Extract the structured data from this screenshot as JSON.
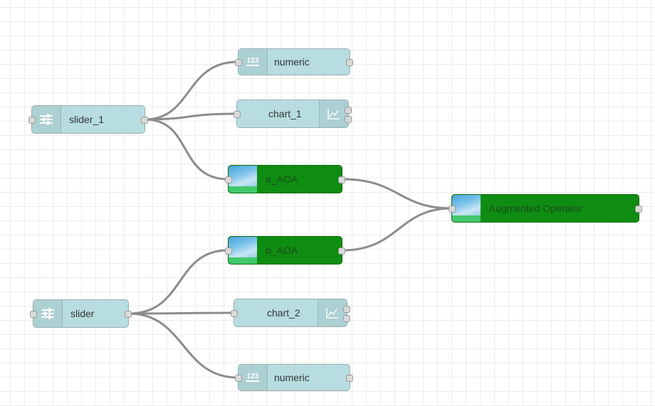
{
  "flow": {
    "nodes": [
      {
        "id": "numeric_top",
        "label": "numeric",
        "icon": "numeric-123-icon"
      },
      {
        "id": "slider_1",
        "label": "slider_1",
        "icon": "slider-icon"
      },
      {
        "id": "chart_1",
        "label": "chart_1",
        "icon": "chart-line-icon"
      },
      {
        "id": "a_aoa",
        "label": "a_AOA",
        "icon": "aoa-image-icon"
      },
      {
        "id": "augmented_operator",
        "label": "Augmented Operator",
        "icon": "aoa-image-icon"
      },
      {
        "id": "b_aoa",
        "label": "b_AOA",
        "icon": "aoa-image-icon"
      },
      {
        "id": "slider",
        "label": "slider",
        "icon": "slider-icon"
      },
      {
        "id": "chart_2",
        "label": "chart_2",
        "icon": "chart-line-icon"
      },
      {
        "id": "numeric_bottom",
        "label": "numeric",
        "icon": "numeric-123-icon"
      }
    ],
    "links": [
      {
        "from": "slider_1",
        "to": "numeric_top"
      },
      {
        "from": "slider_1",
        "to": "chart_1"
      },
      {
        "from": "slider_1",
        "to": "a_aoa"
      },
      {
        "from": "a_aoa",
        "to": "augmented_operator"
      },
      {
        "from": "b_aoa",
        "to": "augmented_operator"
      },
      {
        "from": "slider",
        "to": "b_aoa"
      },
      {
        "from": "slider",
        "to": "chart_2"
      },
      {
        "from": "slider",
        "to": "numeric_bottom"
      }
    ],
    "numeric_icon_text": "123",
    "colors": {
      "dashboard_node": "#b7dde1",
      "aoa_node": "#0f8c12",
      "wire": "#8c8c8c",
      "grid": "#ececec"
    }
  }
}
